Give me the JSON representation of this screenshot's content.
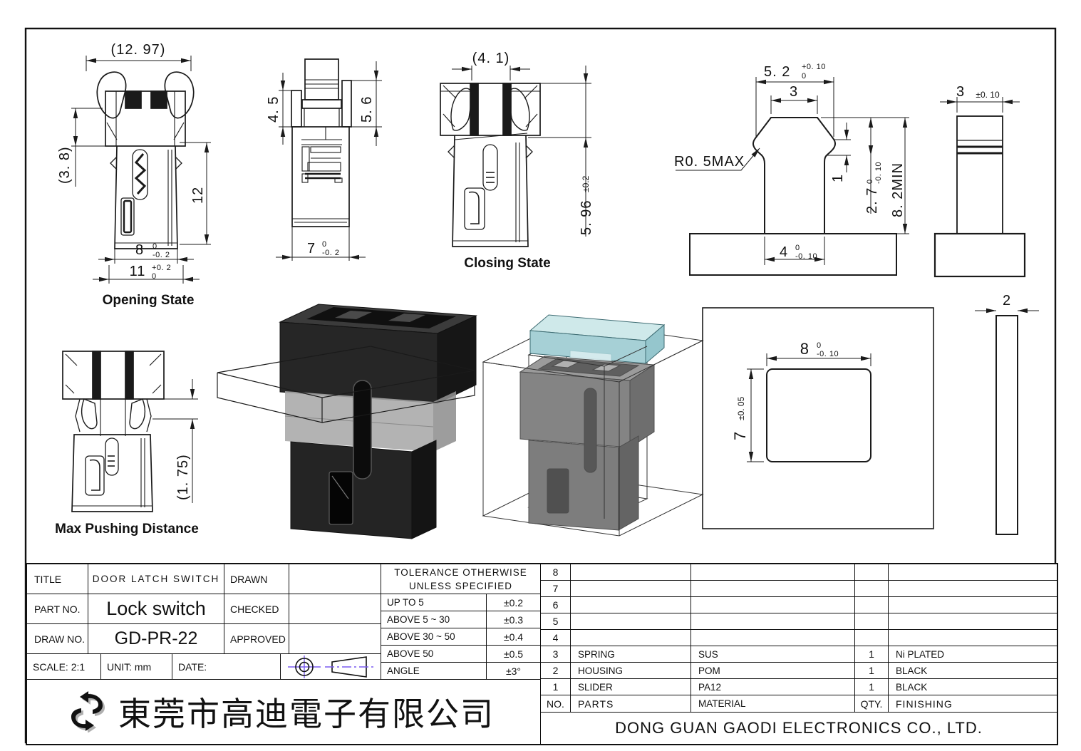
{
  "views": {
    "opening": {
      "label": "Opening State",
      "dim_width": "(12. 97)",
      "dim_head": "(3. 8)",
      "dim_body": "12",
      "dim_w8": "8",
      "dim_w8_tol_top": "0",
      "dim_w8_tol_bot": "-0. 2",
      "dim_w11": "11",
      "dim_w11_tol_top": "+0. 2",
      "dim_w11_tol_bot": "0"
    },
    "side": {
      "dim_45": "4. 5",
      "dim_56": "5. 6",
      "dim_w7": "7",
      "dim_w7_tol_top": "0",
      "dim_w7_tol_bot": "-0. 2"
    },
    "closing": {
      "label": "Closing State",
      "dim_41": "(4. 1)",
      "dim_596": "5. 96",
      "dim_596_tol": "±0.2"
    },
    "slider": {
      "dim_52": "5. 2",
      "dim_52_tol_top": "+0. 10",
      "dim_52_tol_bot": "0",
      "dim_3": "3",
      "radius": "R0. 5MAX",
      "dim_1": "1",
      "dim_27": "2. 7",
      "dim_27_tol_top": "0",
      "dim_27_tol_bot": "-0. 10",
      "dim_82": "8. 2MIN",
      "dim_4": "4",
      "dim_4_tol_top": "0",
      "dim_4_tol_bot": "-0. 10"
    },
    "bar_front": {
      "dim_3": "3",
      "dim_3_tol": "±0. 10"
    },
    "max_push": {
      "label": "Max Pushing Distance",
      "dim_175": "(1. 75)"
    },
    "cutout": {
      "dim_8": "8",
      "dim_8_tol_top": "0",
      "dim_8_tol_bot": "-0. 10",
      "dim_7": "7",
      "dim_7_tol": "±0. 05"
    },
    "bar_side": {
      "dim_2": "2"
    }
  },
  "title_block": {
    "title_label": "TITLE",
    "title_value": "DOOR LATCH SWITCH",
    "part_label": "PART NO.",
    "part_value": "Lock switch",
    "draw_label": "DRAW NO.",
    "draw_value": "GD-PR-22",
    "drawn_label": "DRAWN",
    "checked_label": "CHECKED",
    "approved_label": "APPROVED",
    "scale_label": "SCALE: 2:1",
    "unit_label": "UNIT: mm",
    "date_label": "DATE:"
  },
  "tolerance_table": {
    "header_line1": "TOLERANCE OTHERWISE",
    "header_line2": "UNLESS SPECIFIED",
    "rows": [
      {
        "range": "UP TO 5",
        "tol": "±0.2"
      },
      {
        "range": "ABOVE 5 ~ 30",
        "tol": "±0.3"
      },
      {
        "range": "ABOVE 30 ~ 50",
        "tol": "±0.4"
      },
      {
        "range": "ABOVE 50",
        "tol": "±0.5"
      },
      {
        "range": "ANGLE",
        "tol": "±3°"
      }
    ]
  },
  "parts_table": {
    "headers": {
      "no": "NO.",
      "parts": "PARTS",
      "material": "MATERIAL",
      "qty": "QTY.",
      "finishing": "FINISHING"
    },
    "rows": [
      {
        "no": "8",
        "parts": "",
        "material": "",
        "qty": "",
        "finishing": ""
      },
      {
        "no": "7",
        "parts": "",
        "material": "",
        "qty": "",
        "finishing": ""
      },
      {
        "no": "6",
        "parts": "",
        "material": "",
        "qty": "",
        "finishing": ""
      },
      {
        "no": "5",
        "parts": "",
        "material": "",
        "qty": "",
        "finishing": ""
      },
      {
        "no": "4",
        "parts": "",
        "material": "",
        "qty": "",
        "finishing": ""
      },
      {
        "no": "3",
        "parts": "SPRING",
        "material": "SUS",
        "qty": "1",
        "finishing": "Ni PLATED"
      },
      {
        "no": "2",
        "parts": "HOUSING",
        "material": "POM",
        "qty": "1",
        "finishing": "BLACK"
      },
      {
        "no": "1",
        "parts": "SLIDER",
        "material": "PA12",
        "qty": "1",
        "finishing": "BLACK"
      }
    ]
  },
  "company": {
    "name_cn": "東莞市高迪電子有限公司",
    "name_en": "DONG GUAN GAODI ELECTRONICS CO., LTD."
  },
  "colors": {
    "line": "#1a1a1a",
    "accent_purple": "#7a5cf0",
    "slider_cyan_top": "#cfe9ea",
    "slider_cyan_front": "#a6d0d6",
    "body_black": "#262626",
    "body_grey": "#808080"
  }
}
